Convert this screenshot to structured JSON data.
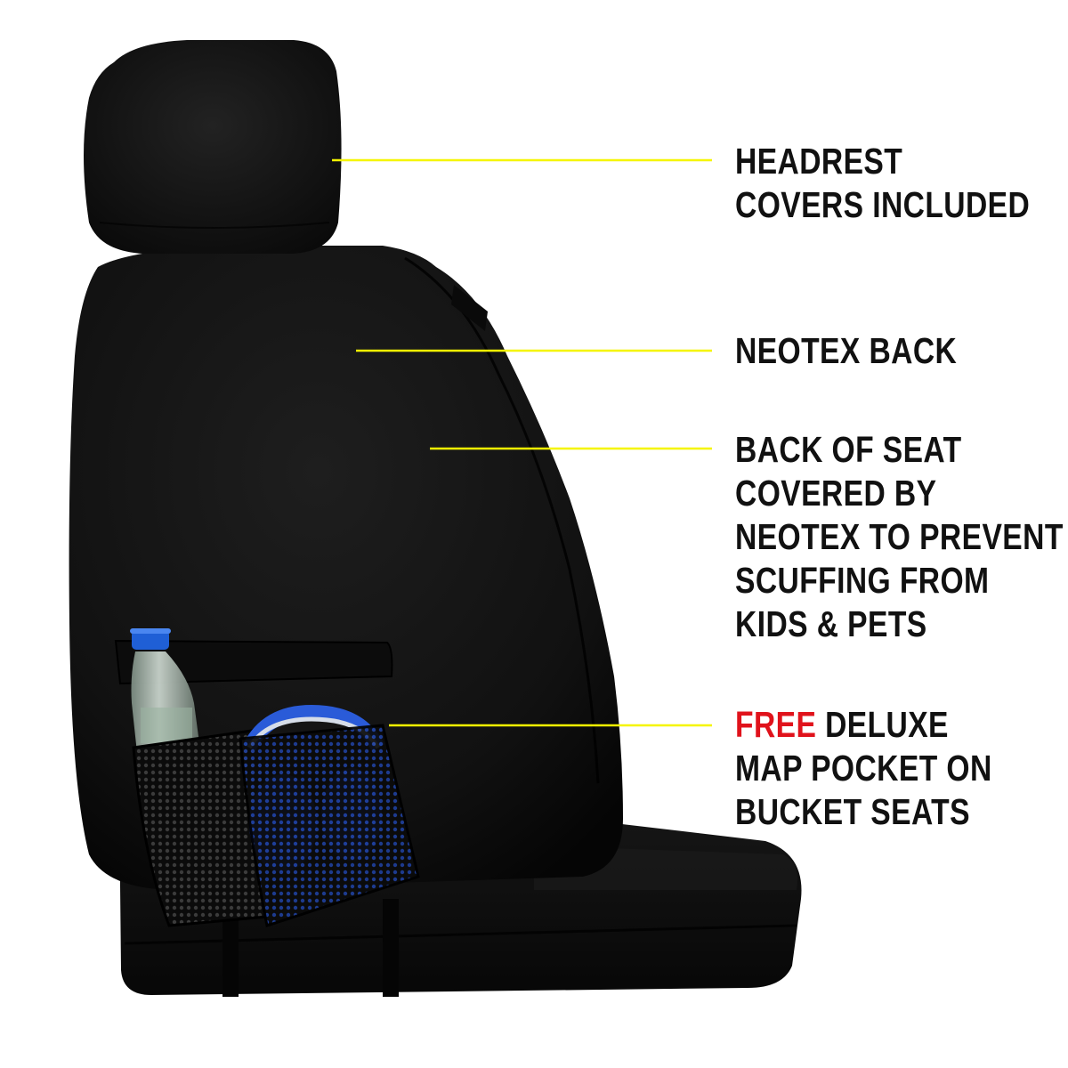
{
  "colors": {
    "leader_line": "#f5f500",
    "text": "#111111",
    "accent": "#e0121b",
    "seat": "#141414"
  },
  "product_image": {
    "subject": "seat-cover-back-view-image"
  },
  "callouts": {
    "headrest": {
      "lines": [
        "HEADREST",
        "COVERS INCLUDED"
      ]
    },
    "neotex_back": {
      "lines": [
        "NEOTEX BACK"
      ]
    },
    "back_of_seat": {
      "lines": [
        "BACK OF SEAT",
        "COVERED BY",
        "NEOTEX TO PREVENT",
        "SCUFFING FROM",
        "KIDS & PETS"
      ]
    },
    "map_pocket": {
      "highlight": "FREE",
      "line1_rest": " DELUXE",
      "lines": [
        "MAP POCKET ON",
        "BUCKET SEATS"
      ]
    }
  }
}
